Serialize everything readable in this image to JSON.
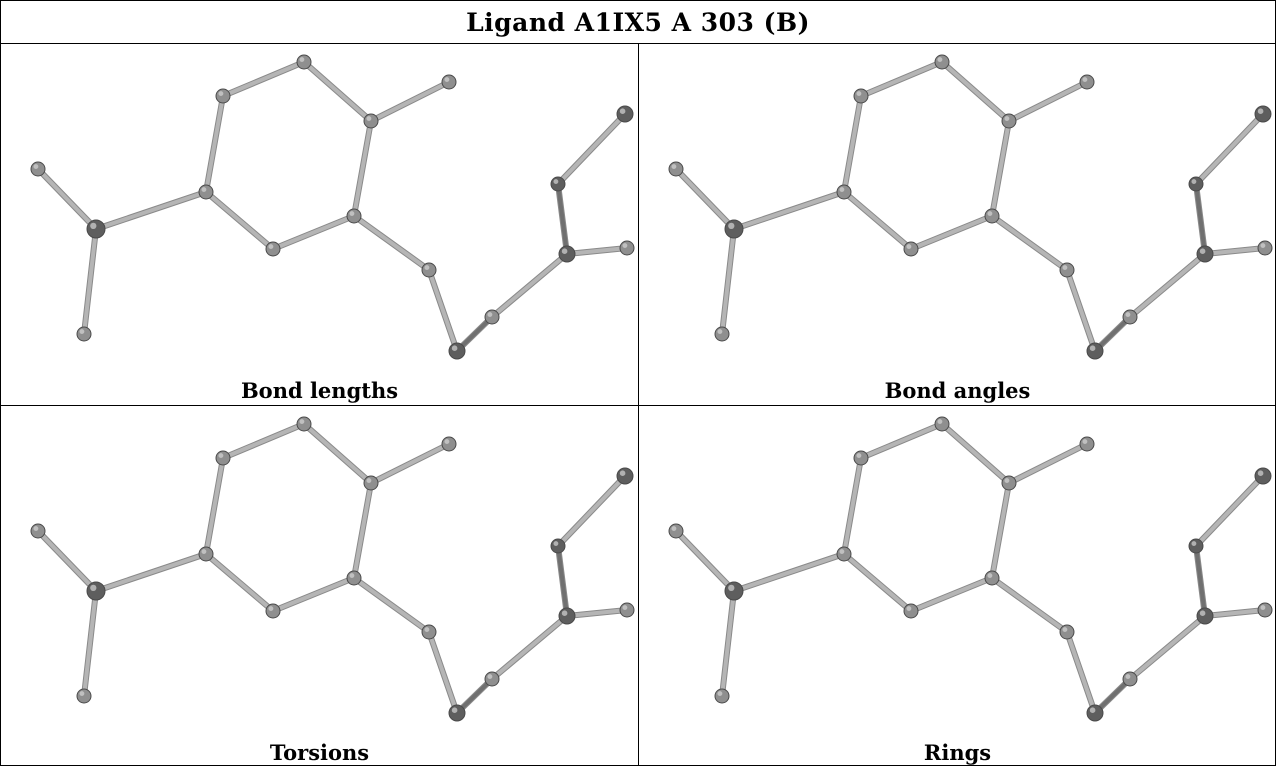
{
  "title": "Ligand A1IX5 A 303 (B)",
  "panels": [
    {
      "caption": "Bond lengths"
    },
    {
      "caption": "Bond angles"
    },
    {
      "caption": "Torsions"
    },
    {
      "caption": "Rings"
    }
  ],
  "colors": {
    "bond_light": "#b5b5b5",
    "bond_dark": "#707070",
    "atom_light": "#8f8f8f",
    "atom_dark": "#5e5e5e",
    "border": "#000000"
  }
}
